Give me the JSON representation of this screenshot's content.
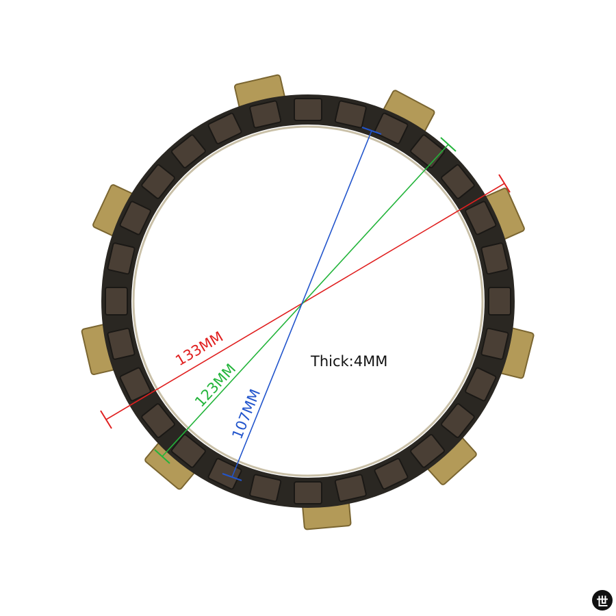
{
  "image": {
    "subject": "clutch friction plate",
    "background_color": "#ffffff"
  },
  "plate": {
    "ring_color": "#2a2722",
    "pad_color": "#4a3f35",
    "tab_color": "#b39a58",
    "tab_count": 9,
    "pad_count": 28
  },
  "dimensions": {
    "outer_diameter": {
      "label": "133MM",
      "color": "#e02020"
    },
    "pad_diameter": {
      "label": "123MM",
      "color": "#22b43a"
    },
    "inner_diameter": {
      "label": "107MM",
      "color": "#2255cc"
    }
  },
  "thickness": {
    "label": "Thick:4MM"
  },
  "logo": {
    "text": "世",
    "color": "#111111"
  }
}
